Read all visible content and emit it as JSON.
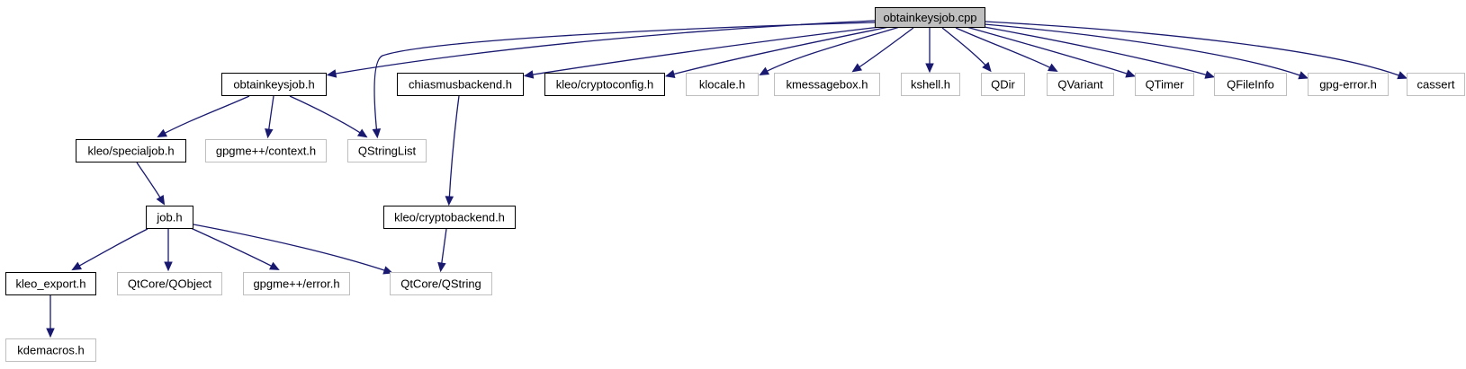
{
  "colors": {
    "edge": "#191970",
    "root_fill": "#bfbfbf",
    "documented_border": "#000000",
    "external_border": "#bfbfbf"
  },
  "nodes": {
    "root": {
      "label": "obtainkeysjob.cpp",
      "kind": "root"
    },
    "obtainkeysjob_h": {
      "label": "obtainkeysjob.h",
      "kind": "documented"
    },
    "qstringlist": {
      "label": "QStringList",
      "kind": "external"
    },
    "chiasmusbackend_h": {
      "label": "chiasmusbackend.h",
      "kind": "documented"
    },
    "cryptoconfig_h": {
      "label": "kleo/cryptoconfig.h",
      "kind": "documented"
    },
    "klocale_h": {
      "label": "klocale.h",
      "kind": "external"
    },
    "kmessagebox_h": {
      "label": "kmessagebox.h",
      "kind": "external"
    },
    "kshell_h": {
      "label": "kshell.h",
      "kind": "external"
    },
    "qdir": {
      "label": "QDir",
      "kind": "external"
    },
    "qvariant": {
      "label": "QVariant",
      "kind": "external"
    },
    "qtimer": {
      "label": "QTimer",
      "kind": "external"
    },
    "qfileinfo": {
      "label": "QFileInfo",
      "kind": "external"
    },
    "gpg_error_h": {
      "label": "gpg-error.h",
      "kind": "external"
    },
    "cassert": {
      "label": "cassert",
      "kind": "external"
    },
    "specialjob_h": {
      "label": "kleo/specialjob.h",
      "kind": "documented"
    },
    "gpgme_context_h": {
      "label": "gpgme++/context.h",
      "kind": "external"
    },
    "job_h": {
      "label": "job.h",
      "kind": "documented"
    },
    "cryptobackend_h": {
      "label": "kleo/cryptobackend.h",
      "kind": "documented"
    },
    "kleo_export_h": {
      "label": "kleo_export.h",
      "kind": "documented"
    },
    "qtcore_qobject": {
      "label": "QtCore/QObject",
      "kind": "external"
    },
    "gpgme_error_h": {
      "label": "gpgme++/error.h",
      "kind": "external"
    },
    "qtcore_qstring": {
      "label": "QtCore/QString",
      "kind": "external"
    },
    "kdemacros_h": {
      "label": "kdemacros.h",
      "kind": "external"
    }
  },
  "edges": [
    [
      "root",
      "obtainkeysjob_h"
    ],
    [
      "root",
      "qstringlist"
    ],
    [
      "root",
      "chiasmusbackend_h"
    ],
    [
      "root",
      "cryptoconfig_h"
    ],
    [
      "root",
      "klocale_h"
    ],
    [
      "root",
      "kmessagebox_h"
    ],
    [
      "root",
      "kshell_h"
    ],
    [
      "root",
      "qdir"
    ],
    [
      "root",
      "qvariant"
    ],
    [
      "root",
      "qtimer"
    ],
    [
      "root",
      "qfileinfo"
    ],
    [
      "root",
      "gpg_error_h"
    ],
    [
      "root",
      "cassert"
    ],
    [
      "obtainkeysjob_h",
      "specialjob_h"
    ],
    [
      "obtainkeysjob_h",
      "gpgme_context_h"
    ],
    [
      "obtainkeysjob_h",
      "qstringlist"
    ],
    [
      "chiasmusbackend_h",
      "cryptobackend_h"
    ],
    [
      "specialjob_h",
      "job_h"
    ],
    [
      "job_h",
      "kleo_export_h"
    ],
    [
      "job_h",
      "qtcore_qobject"
    ],
    [
      "job_h",
      "gpgme_error_h"
    ],
    [
      "job_h",
      "qtcore_qstring"
    ],
    [
      "cryptobackend_h",
      "qtcore_qstring"
    ],
    [
      "kleo_export_h",
      "kdemacros_h"
    ]
  ]
}
